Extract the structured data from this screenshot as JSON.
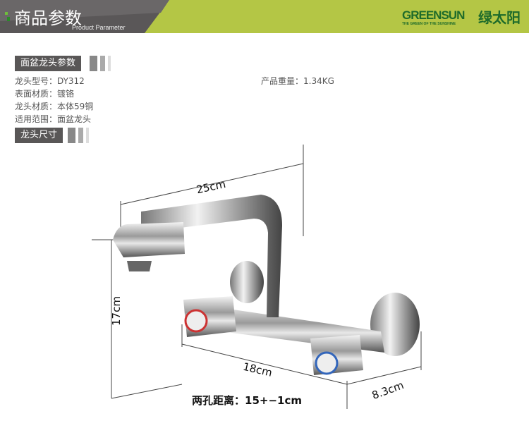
{
  "header": {
    "title": "商品参数",
    "subtitle": "Product Parameter",
    "logo_en": "GREENSUN",
    "logo_tagline": "THE GREEN OF THE SUNSHINE",
    "logo_cn": "绿太阳",
    "brand_color": "#b4c645"
  },
  "params": {
    "section_title": "面盆龙头参数",
    "items": [
      "龙头型号：DY312",
      "表面材质：镀铬",
      "龙头材质：本体59铜",
      "适用范围：面盆龙头"
    ],
    "weight": "产品重量：1.34KG"
  },
  "size": {
    "section_title": "龙头尺寸",
    "dim_length": "25cm",
    "dim_height": "17cm",
    "dim_base": "18cm",
    "dim_depth": "8.3cm",
    "hole_distance": "两孔距离：15+−1cm"
  }
}
